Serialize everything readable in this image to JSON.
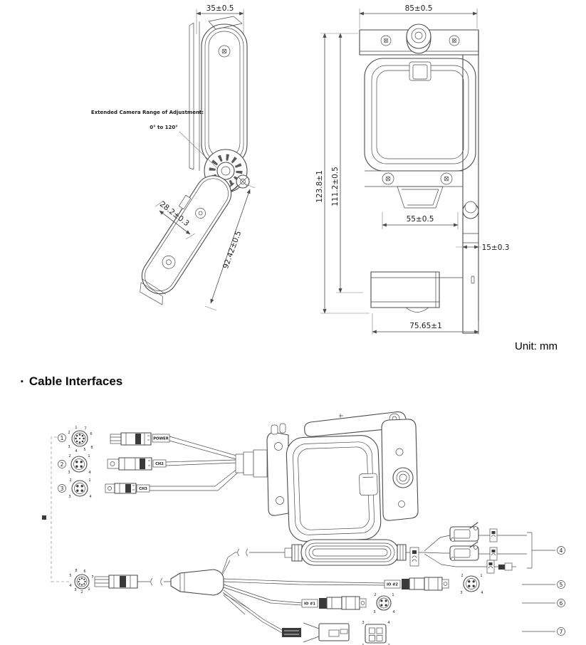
{
  "drawings": {
    "unit_label": "Unit: mm",
    "side_view": {
      "dim_top": "35±0.5",
      "dim_arm_width": "28.2±0.3",
      "dim_arm_length": "92.42±0.5",
      "note_line1": "Extended Camera Range of Adjustment:",
      "note_line2": "0° to 120°"
    },
    "front_view": {
      "dim_top": "85±0.5",
      "dim_height_outer": "123.8±1",
      "dim_height_inner": "111.2±0.5",
      "dim_mid_width": "55±0.5",
      "dim_side": "15±0.3",
      "dim_base_width": "75.65±1"
    }
  },
  "cable_interfaces": {
    "bullet": "▪",
    "heading": "Cable Interfaces",
    "labels": {
      "power": "POWER",
      "ch2": "CH2",
      "ch3": "CH3",
      "io2": "IO #2",
      "io1": "IO #1"
    },
    "callouts": [
      "1",
      "2",
      "3",
      "4",
      "5",
      "6",
      "7"
    ],
    "pins8": [
      "1",
      "2",
      "3",
      "4",
      "5",
      "6",
      "7",
      "8"
    ],
    "pins4": [
      "1",
      "2",
      "3",
      "4"
    ]
  }
}
